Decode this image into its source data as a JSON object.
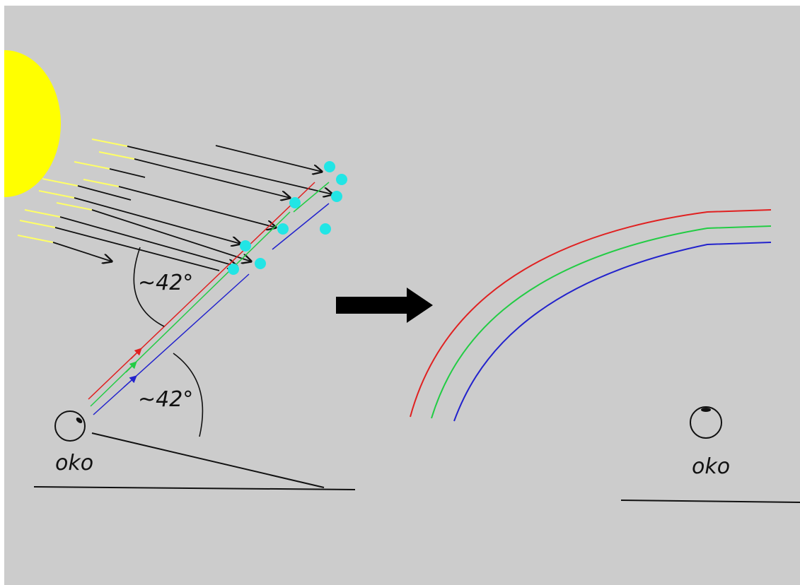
{
  "labels": {
    "angle_upper": "~42°",
    "angle_lower": "~42°",
    "eye_left": "oko",
    "eye_right": "oko"
  },
  "colors": {
    "background": "#cccccc",
    "sun": "#ffff00",
    "sunray": "#ffff66",
    "ray": "#111111",
    "droplet": "#22e5e5",
    "red": "#e02020",
    "green": "#22cc44",
    "blue": "#2222cc",
    "arrow": "#000000"
  },
  "icons": {
    "sun": "sun-icon",
    "eye": "eye-icon",
    "droplet": "water-droplet-icon",
    "transition": "right-arrow-icon"
  }
}
